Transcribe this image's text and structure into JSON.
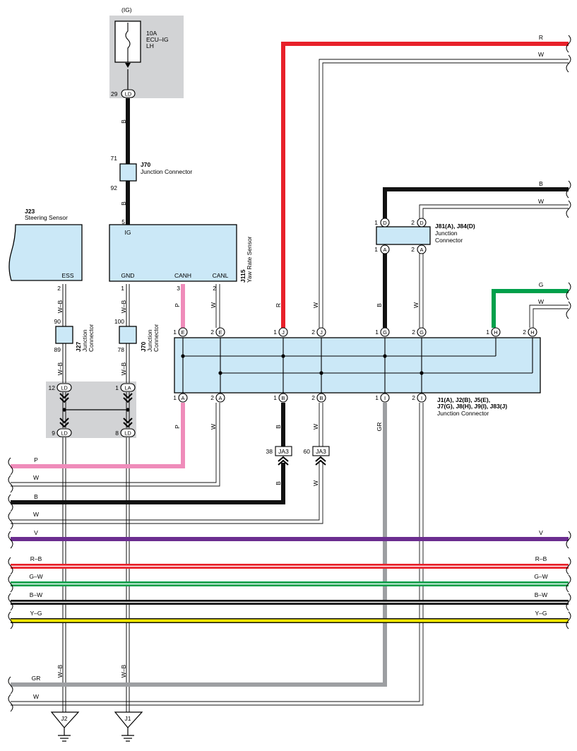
{
  "colors": {
    "R": "#e8212a",
    "B": "#111111",
    "W": "#ffffff",
    "G": "#00a04b",
    "P": "#ef8cba",
    "V": "#6b2d8f",
    "GR": "#9d9fa2",
    "Y": "#f4e800",
    "component_fill": "#cbe8f7",
    "shade": "#d2d3d5"
  },
  "fuse": {
    "supply": "(IG)",
    "rating": "10A",
    "name1": "ECU–IG",
    "name2": "LH",
    "icon": "fuse-icon"
  },
  "ld_top": {
    "pin": "29",
    "label": "LD"
  },
  "j70_top": {
    "id": "J70",
    "desc": "Junction Connector",
    "pin_in": "71",
    "pin_out": "92"
  },
  "j23": {
    "id": "J23",
    "name": "Steering Sensor",
    "term": "ESS",
    "pin": "2"
  },
  "j115": {
    "id": "J115",
    "name": "Yaw Rate Sensor",
    "ig": "IG",
    "ig_pin": "5",
    "gnd": "GND",
    "gnd_pin": "1",
    "canh": "CANH",
    "canh_pin": "3",
    "canl": "CANL",
    "canl_pin": "2"
  },
  "j27": {
    "id": "J27",
    "line1": "Junction",
    "line2": "Connector",
    "pin_in": "90",
    "pin_out": "89"
  },
  "j70_mid": {
    "id": "J70",
    "line1": "Junction",
    "line2": "Connector",
    "pin_in": "100",
    "pin_out": "78"
  },
  "j81": {
    "id": "J81(A), J84(D)",
    "line1": "Junction",
    "line2": "Connector",
    "d1": "1",
    "d2": "2",
    "a1": "1",
    "a2": "2",
    "letter_d": "D",
    "letter_a": "A"
  },
  "junction_box": {
    "line1": "J1(A), J2(B), J5(E),",
    "line2": "J7(G), J8(H), J9(I), J83(J)",
    "line3": "Junction Connector",
    "top_pins": [
      {
        "num": "1",
        "letter": "E"
      },
      {
        "num": "2",
        "letter": "E"
      },
      {
        "num": "1",
        "letter": "J"
      },
      {
        "num": "2",
        "letter": "J"
      },
      {
        "num": "1",
        "letter": "G"
      },
      {
        "num": "2",
        "letter": "G"
      },
      {
        "num": "1",
        "letter": "H"
      },
      {
        "num": "2",
        "letter": "H"
      }
    ],
    "bottom_pins": [
      {
        "num": "1",
        "letter": "A"
      },
      {
        "num": "2",
        "letter": "A"
      },
      {
        "num": "1",
        "letter": "B"
      },
      {
        "num": "2",
        "letter": "B"
      },
      {
        "num": "1",
        "letter": "I"
      },
      {
        "num": "2",
        "letter": "I"
      }
    ]
  },
  "ld_block": {
    "p12": "12",
    "ld_top": "LD",
    "p1": "1",
    "la": "LA",
    "p9": "9",
    "ld_bot": "LD",
    "p8": "8",
    "ld_bot2": "LD"
  },
  "ja3": {
    "label": "JA3",
    "pin_a": "38",
    "pin_b": "60"
  },
  "grounds": {
    "left": "J2",
    "right": "J1"
  },
  "wire_labels": {
    "b_top": "B",
    "b_mid": "B",
    "wb1": "W–B",
    "wb2": "W–B",
    "wb3": "W–B",
    "wb4": "W–B",
    "p_canh": "P",
    "w_canl": "W",
    "r_vert": "R",
    "w_vert": "W",
    "b_vert": "B",
    "w_vert2": "W",
    "p_low": "P",
    "w_low": "W",
    "b_low": "B",
    "w_low2": "W",
    "b_ja3": "B",
    "w_ja3": "W",
    "gr_vert": "GR",
    "wb_bot1": "W–B",
    "wb_bot2": "W–B"
  },
  "right_wires": {
    "r": "R",
    "w1": "W",
    "b": "B",
    "w2": "W",
    "g": "G",
    "w3": "W"
  },
  "bus": [
    {
      "left": "P",
      "right": ""
    },
    {
      "left": "W",
      "right": ""
    },
    {
      "left": "B",
      "right": ""
    },
    {
      "left": "W",
      "right": ""
    },
    {
      "left": "V",
      "right": "V"
    },
    {
      "left": "R–B",
      "right": "R–B"
    },
    {
      "left": "G–W",
      "right": "G–W"
    },
    {
      "left": "B–W",
      "right": "B–W"
    },
    {
      "left": "Y–G",
      "right": "Y–G"
    },
    {
      "left": "GR",
      "right": ""
    },
    {
      "left": "W",
      "right": ""
    }
  ]
}
